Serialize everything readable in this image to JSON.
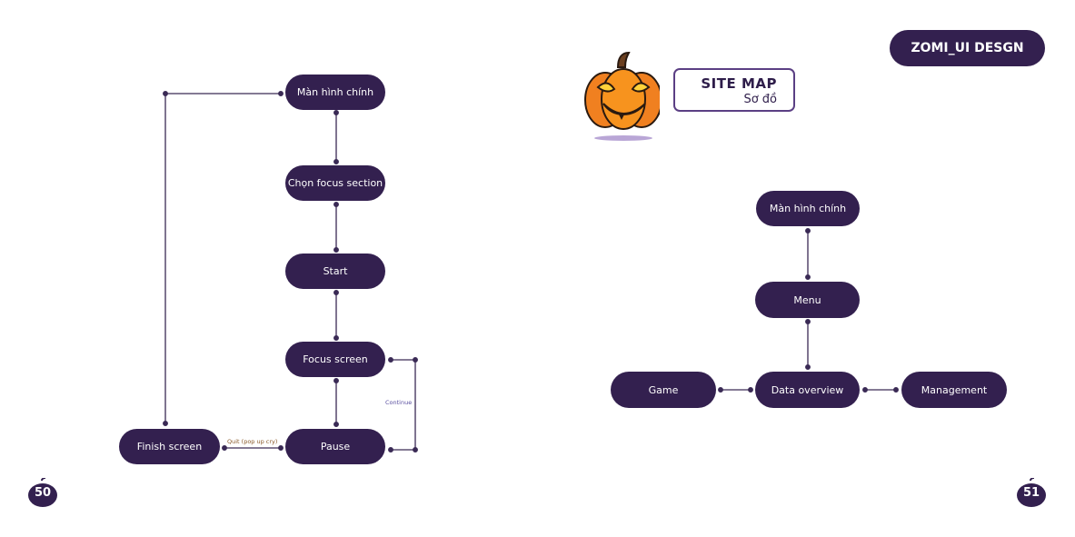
{
  "brand": {
    "label": "ZOMI_UI DESGN"
  },
  "sitemap": {
    "title": "SITE MAP",
    "subtitle": "Sơ đồ"
  },
  "left_flow": {
    "nodes": {
      "main": "Màn hình chính",
      "choose_focus": "Chọn focus section",
      "start": "Start",
      "focus_screen": "Focus screen",
      "pause": "Pause",
      "finish": "Finish screen"
    },
    "edge_labels": {
      "continue": "Continue",
      "quit": "Quit (pop up cry)"
    }
  },
  "right_flow": {
    "nodes": {
      "main": "Màn hình chính",
      "menu": "Menu",
      "data_overview": "Data overview",
      "game": "Game",
      "management": "Management"
    }
  },
  "pages": {
    "left": "50",
    "right": "51"
  },
  "colors": {
    "node": "#33204f",
    "line": "#3a2a55",
    "continue_label": "#5a4fa0",
    "quit_label": "#8a5a2a",
    "shadow": "#b9a6d6"
  }
}
